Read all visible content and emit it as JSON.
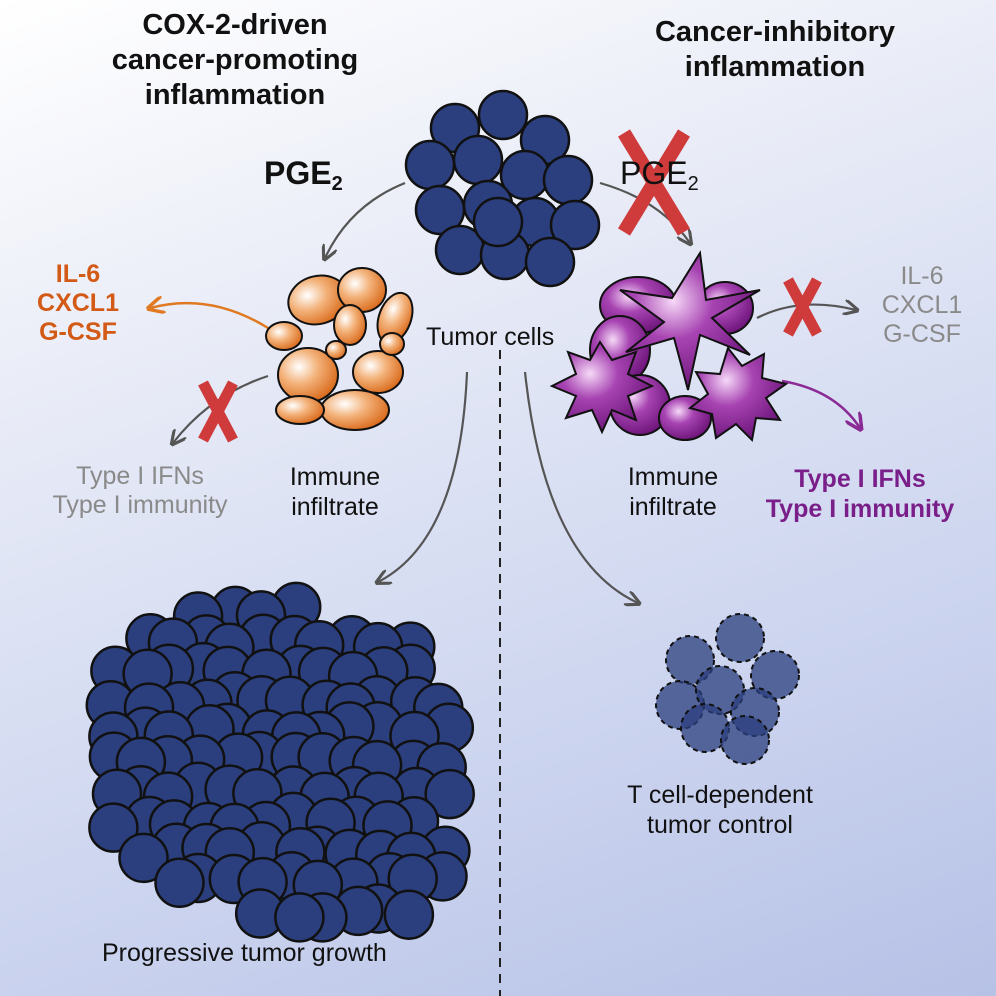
{
  "left_panel": {
    "title_lines": [
      "COX-2-driven",
      "cancer-promoting",
      "inflammation"
    ],
    "pge_base": "PGE",
    "pge_sub": "2",
    "cytokines": [
      "IL-6",
      "CXCL1",
      "G-CSF"
    ],
    "blocked_outputs": [
      "Type I IFNs",
      "Type I immunity"
    ],
    "infiltrate_lines": [
      "Immune",
      "infiltrate"
    ],
    "outcome": "Progressive tumor growth"
  },
  "right_panel": {
    "title_lines": [
      "Cancer-inhibitory",
      "inflammation"
    ],
    "pge_base": "PGE",
    "pge_sub": "2",
    "blocked_cytokines": [
      "IL-6",
      "CXCL1",
      "G-CSF"
    ],
    "outputs": [
      "Type I IFNs",
      "Type I immunity"
    ],
    "infiltrate_lines": [
      "Immune",
      "infiltrate"
    ],
    "outcome_lines": [
      "T cell-dependent",
      "tumor control"
    ]
  },
  "center": {
    "tumor_label": "Tumor cells"
  },
  "colors": {
    "tumor_cell": "#2b3f7e",
    "cell_outline": "#111111",
    "orange_cell": "#e07a22",
    "orange_text": "#d35a16",
    "purple_cell": "#8a2a95",
    "purple_text": "#7a1f8a",
    "block_x": "#cf3b3b",
    "arrow": "#555555",
    "grey_text": "#8a8a8a"
  }
}
